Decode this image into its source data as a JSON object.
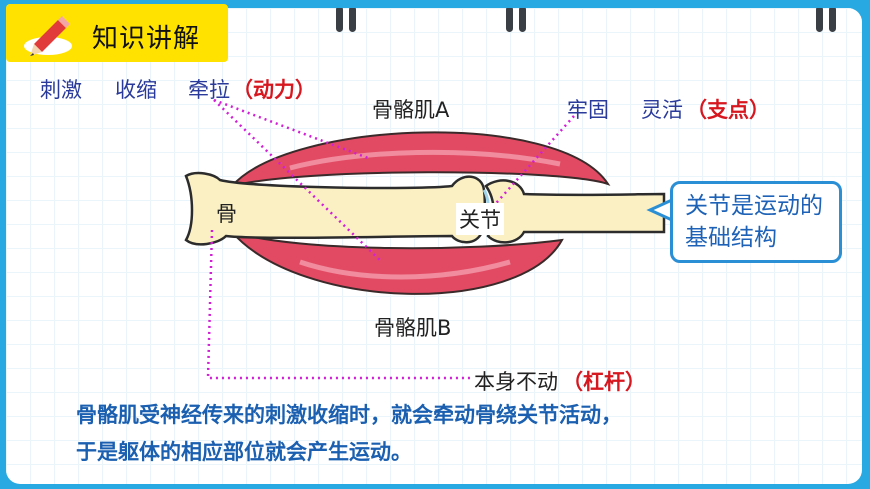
{
  "header": {
    "title": "知识讲解",
    "icon": "pencil-icon"
  },
  "labels": {
    "stimulus": "刺激",
    "contraction": "收缩",
    "pull": "牵拉",
    "power": "（动力）",
    "muscle_a": "骨骼肌A",
    "firm": "牢固",
    "flexible": "灵活",
    "fulcrum": "（支点）",
    "bone": "骨",
    "joint": "关节",
    "muscle_b": "骨骼肌B",
    "motionless": "本身不动",
    "lever": "（杠杆）"
  },
  "callout": {
    "text": "关节是运动的基础结构"
  },
  "summary": {
    "line1": "骨骼肌受神经传来的刺激收缩时，就会牵动骨绕关节活动，",
    "line2": "于是躯体的相应部位就会产生运动。"
  },
  "colors": {
    "frame": "#29a9e1",
    "badge": "#ffe200",
    "label_text": "#2a3a9a",
    "emphasis": "#d7171f",
    "pointer": "#d21fd6",
    "muscle": "#e24a63",
    "bone": "#fbf0c4"
  }
}
